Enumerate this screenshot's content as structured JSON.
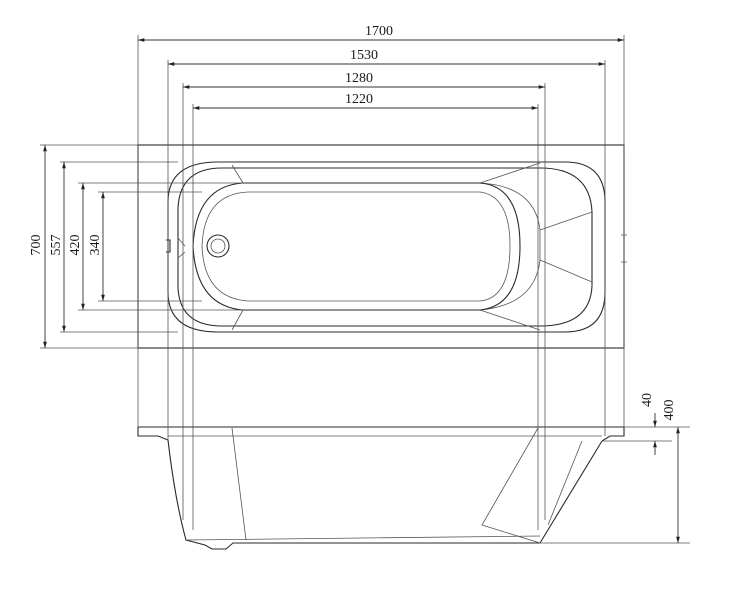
{
  "dimensions": {
    "top_length": "1700",
    "rim_length": "1530",
    "outer_bowl_length": "1280",
    "inner_bowl_length": "1220",
    "overall_width": "700",
    "rim_width": "557",
    "outer_bowl_width": "420",
    "inner_bowl_width": "340",
    "rim_thickness": "40",
    "overall_height": "400"
  }
}
